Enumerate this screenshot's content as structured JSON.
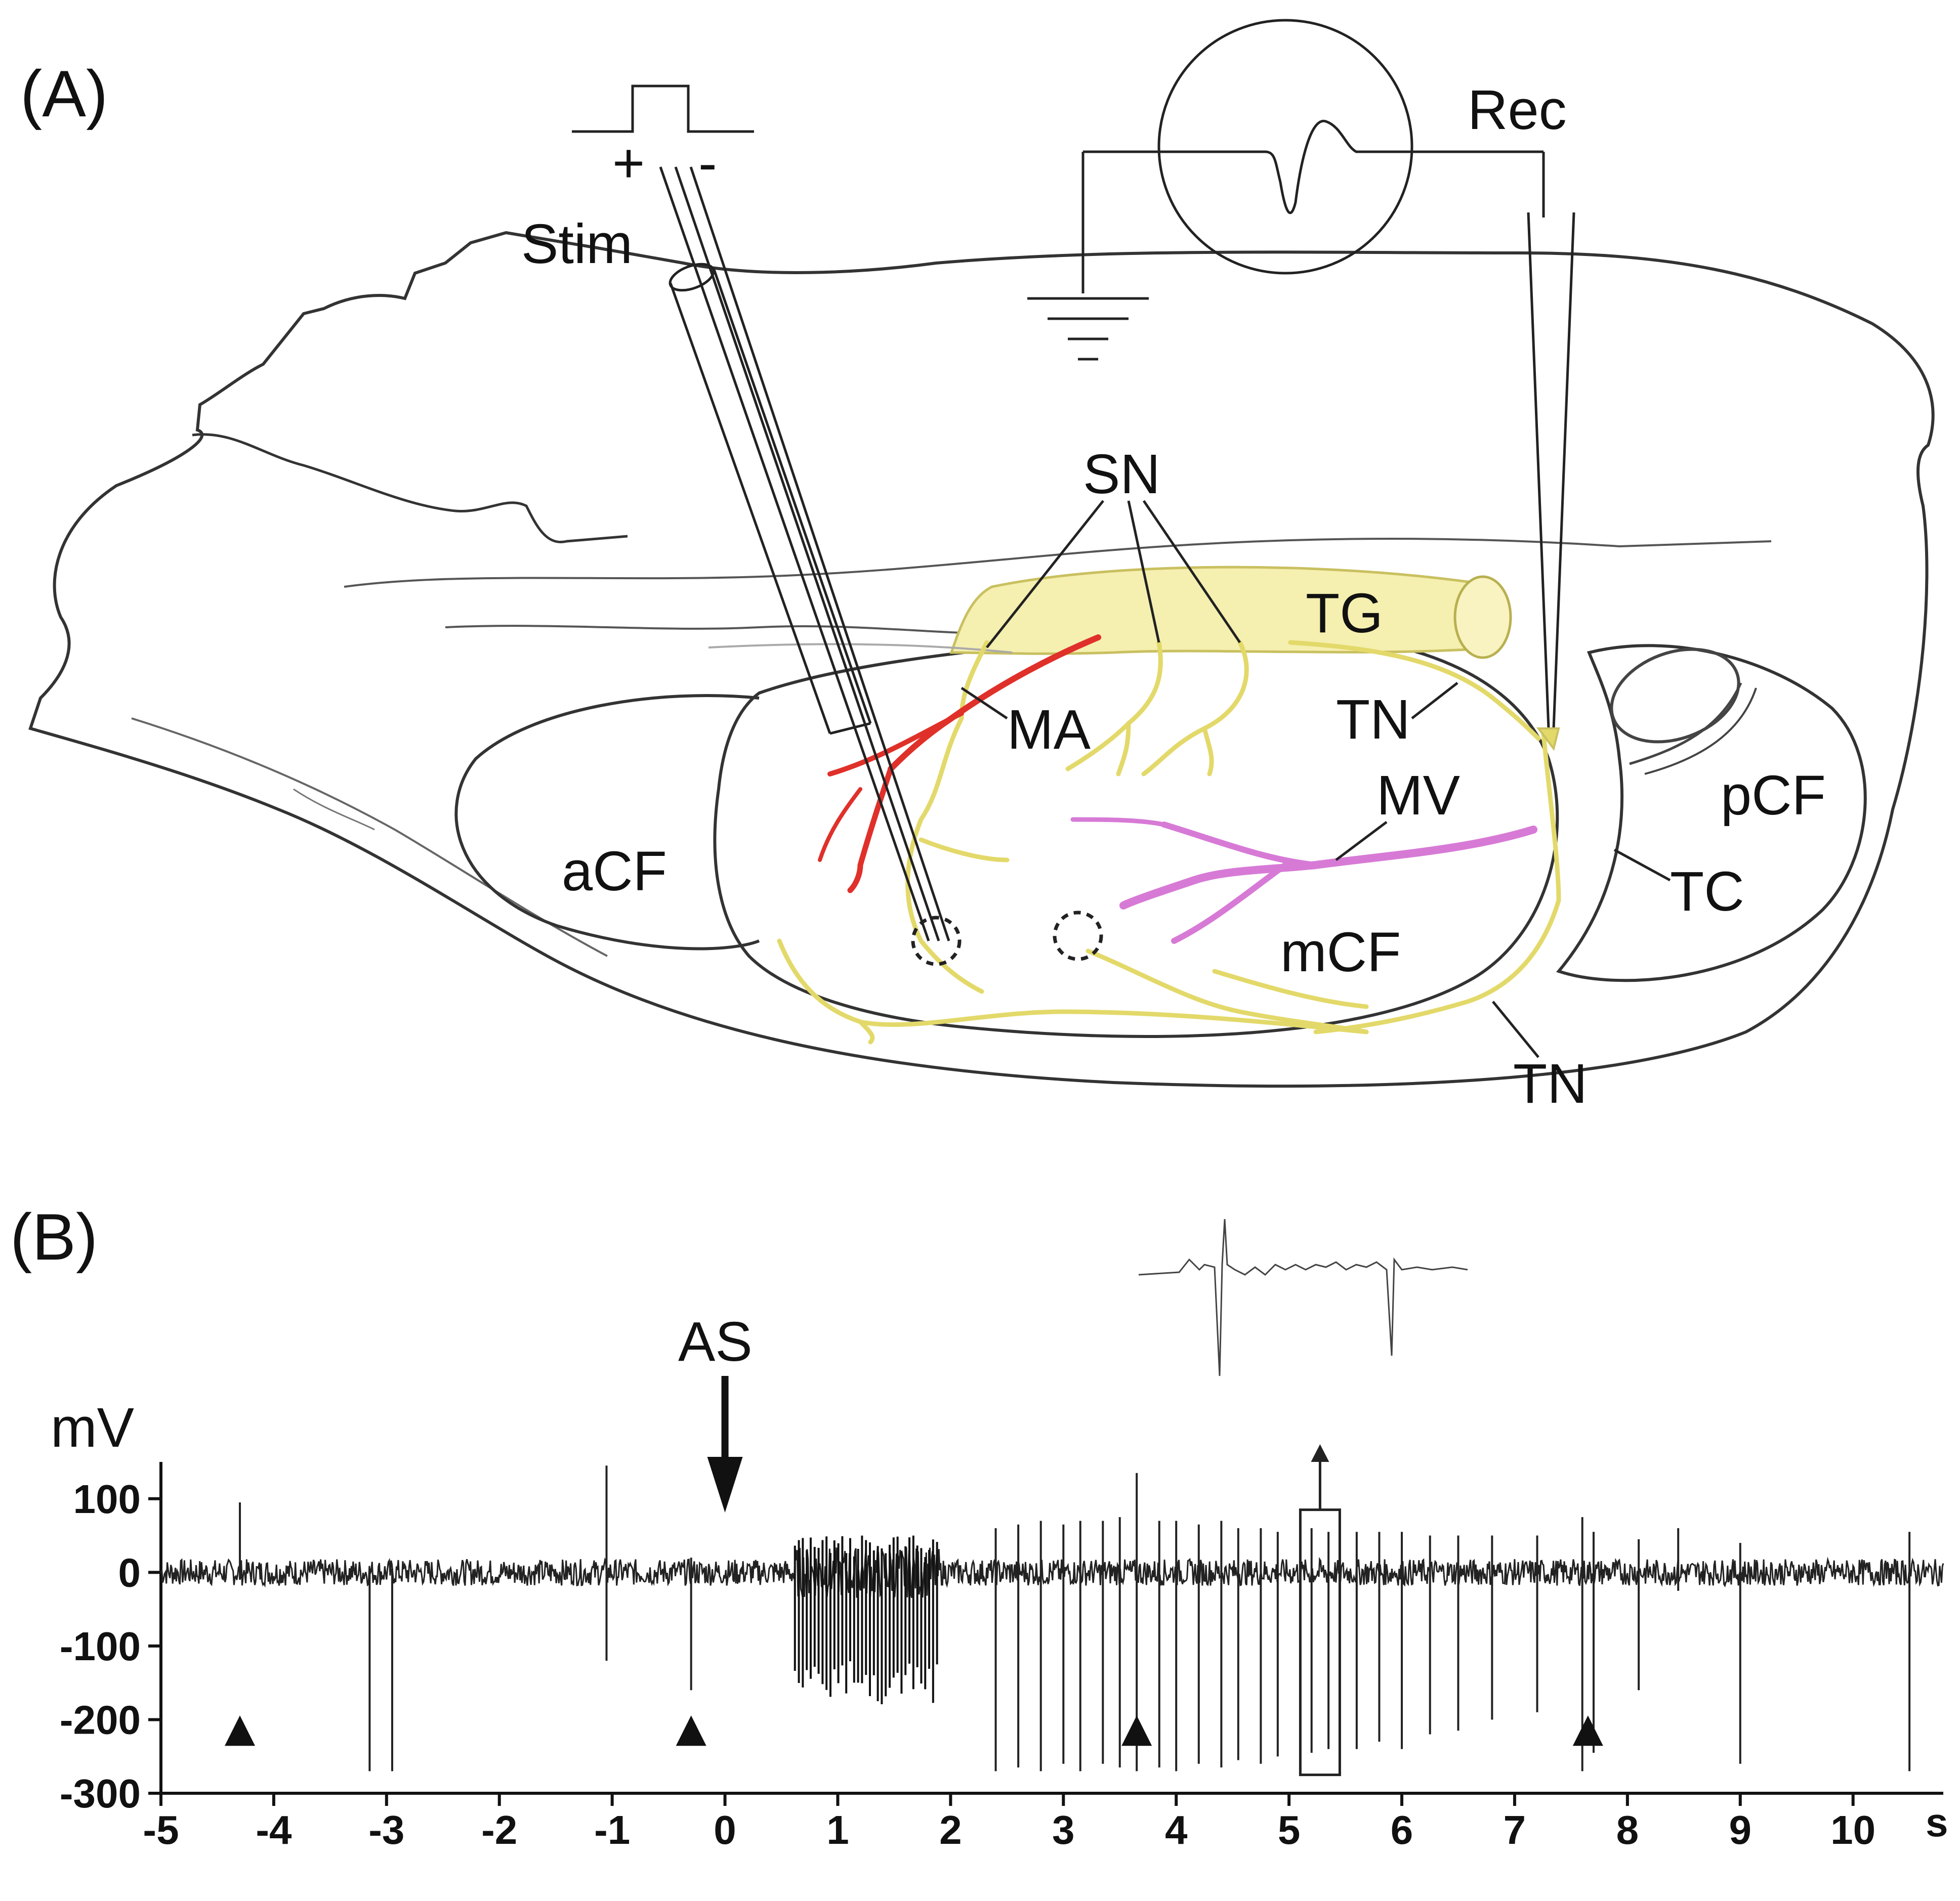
{
  "panel_a": {
    "panel_label": "(A)",
    "labels": {
      "stim": "Stim",
      "plus": "+",
      "minus": "-",
      "rec": "Rec",
      "sn": "SN",
      "tg": "TG",
      "tn_upper": "TN",
      "tn_lower": "TN",
      "ma": "MA",
      "mv": "MV",
      "acf": "aCF",
      "mcf": "mCF",
      "pcf": "pCF",
      "tc": "TC"
    },
    "colors": {
      "outline": "#333333",
      "nerve": "#e8e07a",
      "nerve_fill": "#f5efb0",
      "artery": "#e0302a",
      "vein": "#d77ad6"
    }
  },
  "panel_b": {
    "panel_label": "(B)",
    "arrow_label": "AS",
    "unit_label": "mV",
    "x_unit": "s",
    "y_ticks": [
      "100",
      "0",
      "-100",
      "-200",
      "-300"
    ],
    "x_ticks": [
      "-5",
      "-4",
      "-3",
      "-2",
      "-1",
      "0",
      "1",
      "2",
      "3",
      "4",
      "5",
      "6",
      "7",
      "8",
      "9",
      "10"
    ]
  },
  "chart_data": {
    "type": "line",
    "ylabel": "mV",
    "xlabel": "s",
    "xlim": [
      -5,
      10.8
    ],
    "ylim": [
      -300,
      150
    ],
    "stimulus_time_s": 0,
    "triangle_markers_s": [
      -4.3,
      -0.3,
      3.65,
      7.65
    ],
    "inset_window_s": [
      5.1,
      5.45
    ],
    "spikes": [
      {
        "t": -4.3,
        "top": 95,
        "bottom": -10
      },
      {
        "t": -3.15,
        "top": 5,
        "bottom": -270
      },
      {
        "t": -2.95,
        "top": 5,
        "bottom": -270
      },
      {
        "t": -1.05,
        "top": 145,
        "bottom": -120
      },
      {
        "t": -0.3,
        "top": 20,
        "bottom": -160
      },
      {
        "t": 2.4,
        "top": 60,
        "bottom": -270
      },
      {
        "t": 2.6,
        "top": 65,
        "bottom": -265
      },
      {
        "t": 2.8,
        "top": 70,
        "bottom": -270
      },
      {
        "t": 3.0,
        "top": 65,
        "bottom": -260
      },
      {
        "t": 3.15,
        "top": 70,
        "bottom": -270
      },
      {
        "t": 3.35,
        "top": 70,
        "bottom": -260
      },
      {
        "t": 3.5,
        "top": 75,
        "bottom": -265
      },
      {
        "t": 3.65,
        "top": 135,
        "bottom": -270
      },
      {
        "t": 3.85,
        "top": 70,
        "bottom": -265
      },
      {
        "t": 4.0,
        "top": 70,
        "bottom": -270
      },
      {
        "t": 4.2,
        "top": 65,
        "bottom": -260
      },
      {
        "t": 4.4,
        "top": 70,
        "bottom": -265
      },
      {
        "t": 4.55,
        "top": 60,
        "bottom": -255
      },
      {
        "t": 4.75,
        "top": 60,
        "bottom": -260
      },
      {
        "t": 4.9,
        "top": 55,
        "bottom": -250
      },
      {
        "t": 5.2,
        "top": 60,
        "bottom": -245
      },
      {
        "t": 5.35,
        "top": 55,
        "bottom": -240
      },
      {
        "t": 5.6,
        "top": 55,
        "bottom": -240
      },
      {
        "t": 5.8,
        "top": 55,
        "bottom": -230
      },
      {
        "t": 6.0,
        "top": 55,
        "bottom": -240
      },
      {
        "t": 6.25,
        "top": 50,
        "bottom": -220
      },
      {
        "t": 6.5,
        "top": 50,
        "bottom": -215
      },
      {
        "t": 6.8,
        "top": 50,
        "bottom": -200
      },
      {
        "t": 7.2,
        "top": 50,
        "bottom": -190
      },
      {
        "t": 7.6,
        "top": 75,
        "bottom": -270
      },
      {
        "t": 7.7,
        "top": 55,
        "bottom": -245
      },
      {
        "t": 8.1,
        "top": 45,
        "bottom": -160
      },
      {
        "t": 8.45,
        "top": 60,
        "bottom": -25
      },
      {
        "t": 9.0,
        "top": 40,
        "bottom": -260
      },
      {
        "t": 10.5,
        "top": 55,
        "bottom": -270
      }
    ]
  }
}
